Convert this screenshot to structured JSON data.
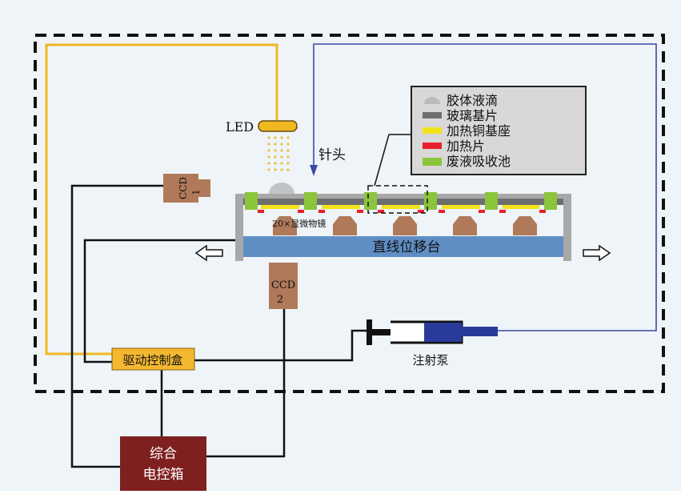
{
  "labels": {
    "led": "LED",
    "needle": "针头",
    "ccd1_line1": "CCD",
    "ccd1_line2": "1",
    "ccd2_line1": "CCD",
    "ccd2_line2": "2",
    "objective": "20×显微物镜",
    "stage": "直线位移台",
    "driver_box": "驱动控制盒",
    "syringe_pump": "注射泵",
    "control_box_line1": "综合",
    "control_box_line2": "电控箱"
  },
  "legend": {
    "items": [
      {
        "label": "胶体液滴",
        "swatch": "droplet",
        "color": "#b8bcc0"
      },
      {
        "label": "玻璃基片",
        "swatch": "bar",
        "color": "#6e6e6e"
      },
      {
        "label": "加热铜基座",
        "swatch": "bar",
        "color": "#f4e21a"
      },
      {
        "label": "加热片",
        "swatch": "bar",
        "color": "#e8202a"
      },
      {
        "label": "废液吸收池",
        "swatch": "bar",
        "color": "#8cc43c"
      }
    ]
  },
  "colors": {
    "led_wire": "#f0b820",
    "pump_tube": "#3a4aa0",
    "stage_blue": "#5f8ec4",
    "ccd_brown": "#b07a5a",
    "driver_box": "#f3b830",
    "control_box": "#7f2020",
    "syringe_blue": "#2a3a9a"
  }
}
